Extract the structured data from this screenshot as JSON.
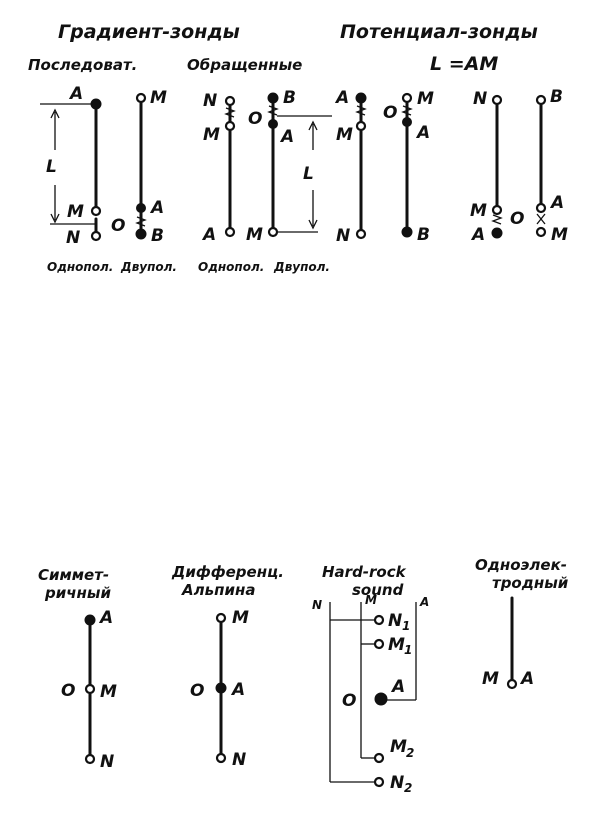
{
  "headings": {
    "gradient": "Градиент-зонды",
    "potential": "Потенциал-зонды",
    "sequential": "Последоват.",
    "reversed": "Обращенные",
    "potential_formula": "L =AM"
  },
  "captions": {
    "unipolar_1": "Однопол.",
    "bipolar_1": "Двупол.",
    "unipolar_2": "Однопол.",
    "bipolar_2": "Двупол."
  },
  "lower_headings": {
    "symmetric_l1": "Симмет-",
    "symmetric_l2": "ричный",
    "alpin_l1": "Дифференц.",
    "alpin_l2": "Альпина",
    "hardrock_l1": "Hard-rock",
    "hardrock_l2": "sound",
    "single_l1": "Одноэлек-",
    "single_l2": "тродный"
  },
  "labels": {
    "A": "A",
    "B": "B",
    "M": "M",
    "N": "N",
    "O": "O",
    "L": "L",
    "N1": "N",
    "M1": "M",
    "M2": "M",
    "N2": "N",
    "sub1": "1",
    "sub2": "2",
    "hN": "N",
    "hM": "M",
    "hA": "A"
  }
}
